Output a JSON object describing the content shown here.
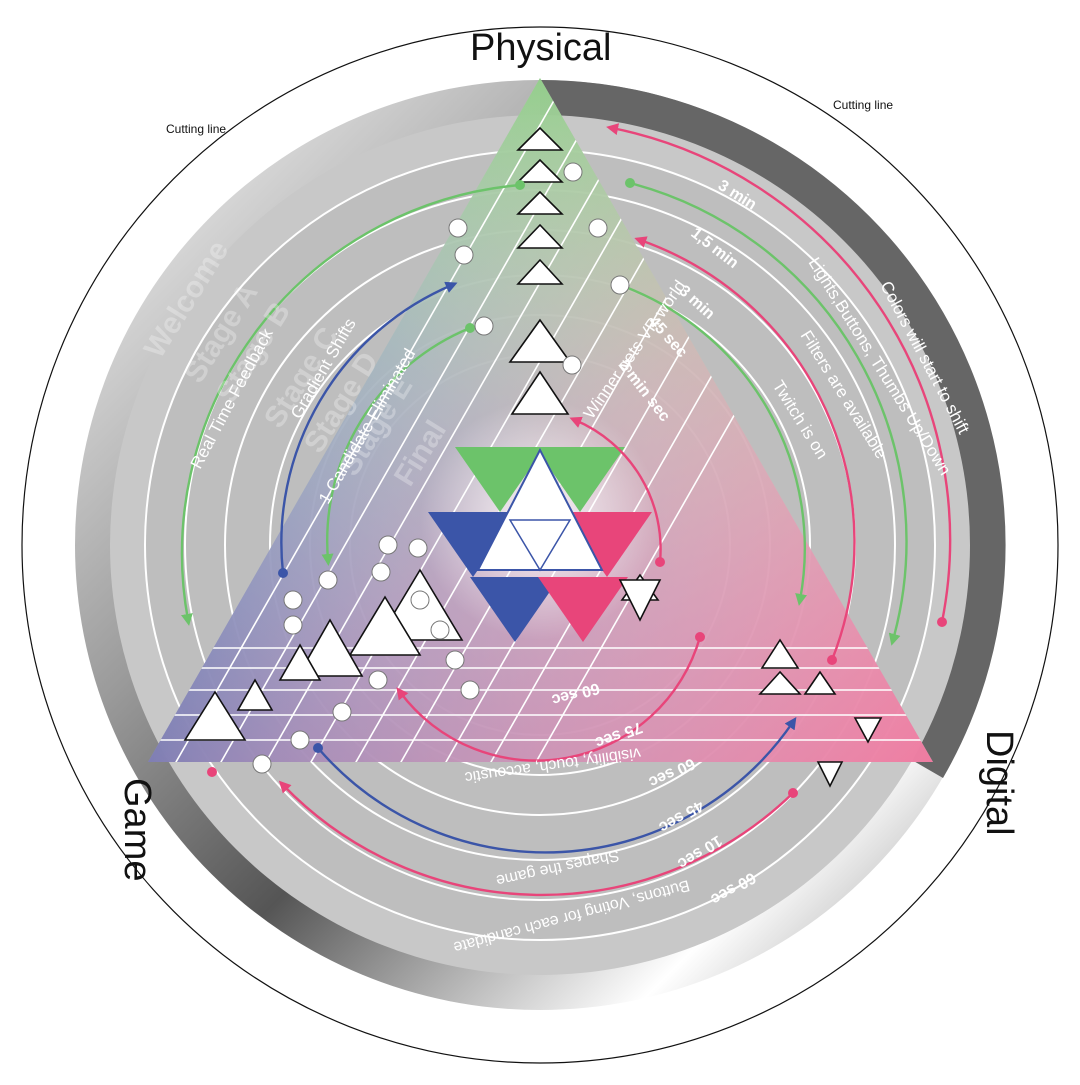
{
  "corners": {
    "top": "Physical",
    "left": "Game",
    "right": "Digital"
  },
  "cutting_lines": [
    "Cutting line",
    "Cutting line"
  ],
  "stages": [
    "Welcome",
    "Stage A",
    "Stage B",
    "Stage C",
    "Stage D",
    "Stage E",
    "Final"
  ],
  "left_arrows": [
    "Real Time Feedback",
    "Gradient Shifts",
    "1 Candidate Eliminated"
  ],
  "right_arrows": [
    "Colors will start to shift",
    "Lights,Buttons, Thumbs Up/Down",
    "Filters are available",
    "Twitch is on",
    "Winner gets VR world"
  ],
  "right_times": [
    "3 min",
    "1,5 min",
    "3 min",
    "45 sec",
    "2 min sec"
  ],
  "bottom_times": [
    "60 sec",
    "75 sec",
    "60 sec",
    "45 sec",
    "10 sec",
    "60 sec"
  ],
  "bottom_arrows": [
    "visibility, touch, accoustic",
    "Shapes the game",
    "Buttons, Voting for each candidate"
  ],
  "colors": {
    "green": "#6cc36a",
    "blue": "#3b55a8",
    "pink": "#e8457a",
    "dark_ring": "#666666",
    "mid_ring": "#bdbdbd"
  }
}
